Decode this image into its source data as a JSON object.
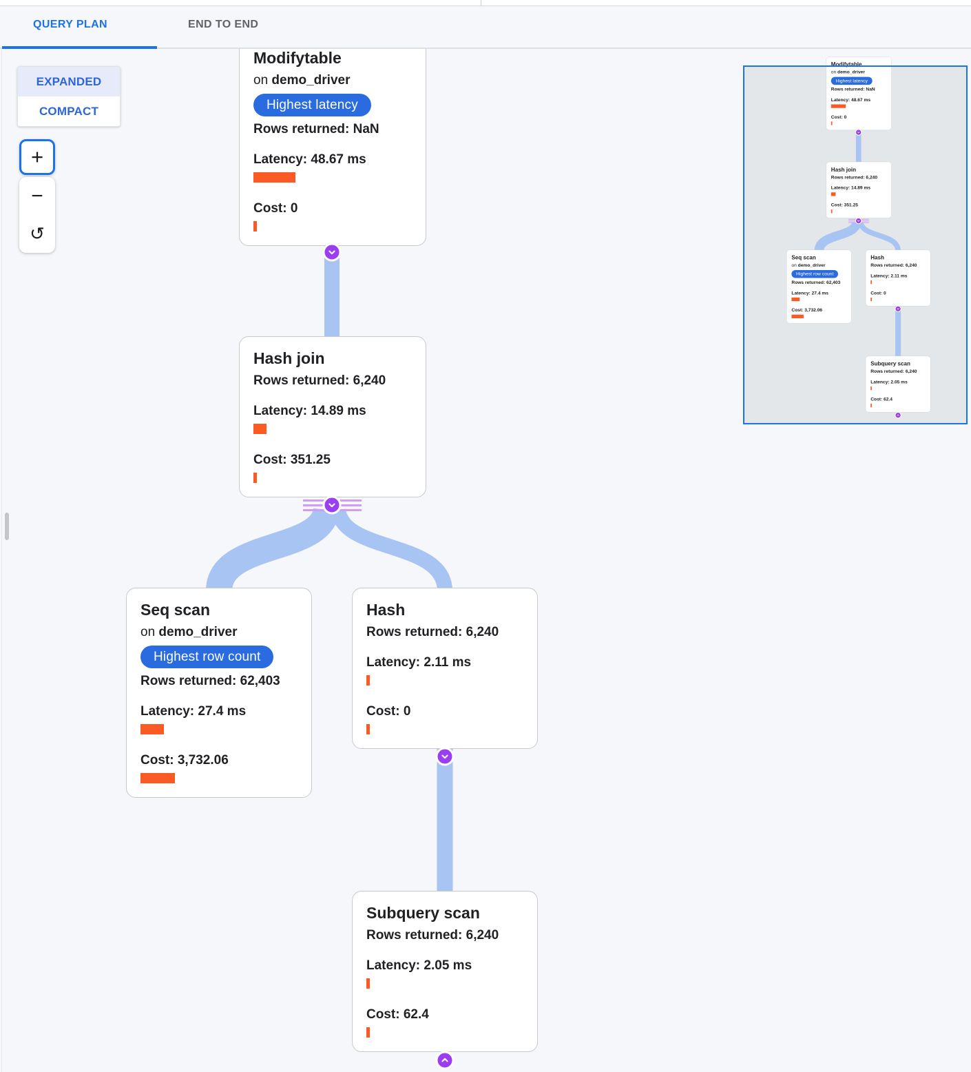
{
  "colors": {
    "accent_blue": "#1a73e8",
    "tab_inactive": "#5f6368",
    "toggle_blue": "#2d66d8",
    "toggle_selected_bg": "#e7ebf9",
    "badge_blue": "#2a6bdf",
    "bar_orange": "#fa5b25",
    "edge_blue": "#a8c4f2",
    "connector_purple": "#9b3df2",
    "connector_line_purple": "#cf9df5",
    "card_border": "#c6c9cd",
    "card_bg": "#ffffff",
    "canvas_bg": "#f5f7fa",
    "minimap_fill": "#e4e7ea",
    "text": "#202124"
  },
  "tabs": [
    {
      "label": "QUERY PLAN",
      "active": true
    },
    {
      "label": "END TO END",
      "active": false
    }
  ],
  "view_toggle": {
    "expanded": "EXPANDED",
    "compact": "COMPACT",
    "selected": "EXPANDED"
  },
  "zoom_controls": {
    "zoom_in": "+",
    "zoom_out": "−",
    "reset": "↺"
  },
  "bar_scale": {
    "latency_max_ms": 48.67,
    "cost_max": 3732.06
  },
  "nodes": [
    {
      "title": "Modifytable",
      "on_prefix": "on",
      "table": "demo_driver",
      "badge": "Highest latency",
      "rows_label": "Rows returned: NaN",
      "latency_label": "Latency: 48.67 ms",
      "latency_ms": 48.67,
      "cost_label": "Cost: 0",
      "cost": 0
    },
    {
      "title": "Hash join",
      "rows_label": "Rows returned: 6,240",
      "latency_label": "Latency: 14.89 ms",
      "latency_ms": 14.89,
      "cost_label": "Cost: 351.25",
      "cost": 351.25
    },
    {
      "title": "Seq scan",
      "on_prefix": "on",
      "table": "demo_driver",
      "badge": "Highest row count",
      "rows_label": "Rows returned: 62,403",
      "latency_label": "Latency: 27.4 ms",
      "latency_ms": 27.4,
      "cost_label": "Cost: 3,732.06",
      "cost": 3732.06
    },
    {
      "title": "Hash",
      "rows_label": "Rows returned: 6,240",
      "latency_label": "Latency: 2.11 ms",
      "latency_ms": 2.11,
      "cost_label": "Cost: 0",
      "cost": 0
    },
    {
      "title": "Subquery scan",
      "rows_label": "Rows returned: 6,240",
      "latency_label": "Latency: 2.05 ms",
      "latency_ms": 2.05,
      "cost_label": "Cost: 62.4",
      "cost": 62.4
    }
  ]
}
